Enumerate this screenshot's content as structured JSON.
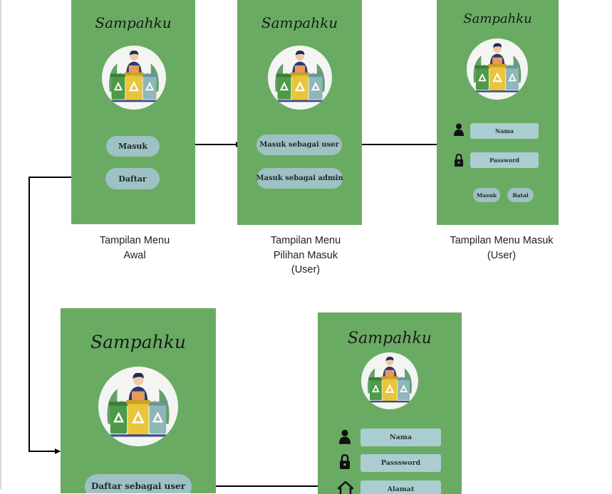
{
  "app_name": "Sampahku",
  "screens": {
    "menu_awal": {
      "buttons": {
        "masuk": "Masuk",
        "daftar": "Daftar"
      },
      "caption": [
        "Tampilan Menu",
        "Awal"
      ]
    },
    "pilihan_masuk": {
      "buttons": {
        "user": "Masuk sebagai user",
        "admin": "Masuk sebagai admin"
      },
      "caption": [
        "Tampilan Menu",
        "Pilihan Masuk",
        "(User)"
      ]
    },
    "masuk_user": {
      "fields": {
        "nama": "Nama",
        "password": "Password"
      },
      "fields_icons": {
        "nama": "user-icon",
        "password": "lock-icon"
      },
      "buttons": {
        "masuk": "Masuk",
        "batal": "Batal"
      },
      "caption": [
        "Tampilan Menu Masuk",
        "(User)"
      ]
    },
    "pilihan_daftar": {
      "buttons": {
        "user": "Daftar sebagai user"
      }
    },
    "daftar_user": {
      "fields": {
        "nama": "Nama",
        "password": "Passsword",
        "alamat": "Alamat"
      },
      "fields_icons": {
        "nama": "user-icon",
        "password": "lock-icon",
        "alamat": "home-icon"
      }
    }
  },
  "colors": {
    "screen_bg": "#6aab64",
    "button_bg": "#9ec1c4",
    "field_bg": "#a9cdd0",
    "bins": [
      "#4e9a46",
      "#e9c53a",
      "#8fb6b8"
    ]
  }
}
